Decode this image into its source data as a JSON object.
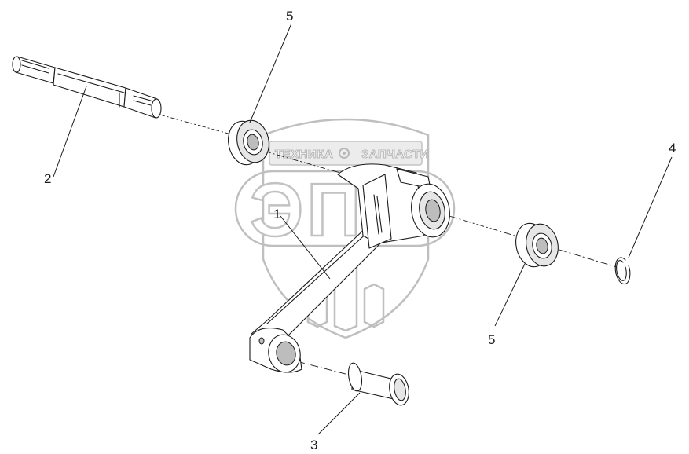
{
  "watermark": {
    "line1_left": "ТЕХНИКА",
    "line1_right": "ЗАПЧАСТИ",
    "big": "ЭПФ",
    "gear_icon": "gear-icon"
  },
  "callouts": [
    {
      "id": "c1",
      "label": "1"
    },
    {
      "id": "c2",
      "label": "2"
    },
    {
      "id": "c3",
      "label": "3"
    },
    {
      "id": "c4",
      "label": "4"
    },
    {
      "id": "c5a",
      "label": "5"
    },
    {
      "id": "c5b",
      "label": "5"
    }
  ]
}
